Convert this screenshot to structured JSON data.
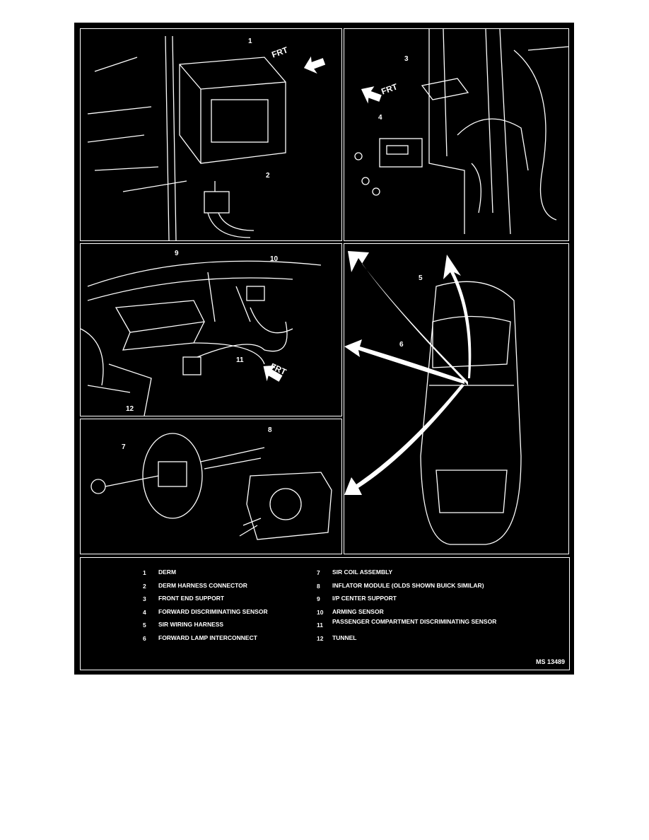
{
  "panels": {
    "derm": {
      "callouts": [
        "1",
        "2"
      ],
      "frt": "FRT"
    },
    "forward_sensor": {
      "callouts": [
        "3",
        "4"
      ],
      "frt": "FRT"
    },
    "ip_center": {
      "callouts": [
        "9",
        "10",
        "11",
        "12"
      ],
      "frt": "FRT"
    },
    "steering": {
      "callouts": [
        "7",
        "8"
      ]
    },
    "car": {
      "callouts": [
        "5",
        "6"
      ]
    }
  },
  "legend": {
    "items": [
      {
        "num": "1",
        "label": "DERM"
      },
      {
        "num": "2",
        "label": "DERM HARNESS CONNECTOR"
      },
      {
        "num": "3",
        "label": "FRONT END SUPPORT"
      },
      {
        "num": "4",
        "label": "FORWARD DISCRIMINATING SENSOR"
      },
      {
        "num": "5",
        "label": "SIR WIRING HARNESS"
      },
      {
        "num": "6",
        "label": "FORWARD LAMP INTERCONNECT"
      },
      {
        "num": "7",
        "label": "SIR COIL ASSEMBLY"
      },
      {
        "num": "8",
        "label": "INFLATOR MODULE (OLDS SHOWN BUICK SIMILAR)"
      },
      {
        "num": "9",
        "label": "I/P CENTER SUPPORT"
      },
      {
        "num": "10",
        "label": "ARMING SENSOR"
      },
      {
        "num": "11",
        "label": "PASSENGER COMPARTMENT DISCRIMINATING SENSOR"
      },
      {
        "num": "12",
        "label": "TUNNEL"
      }
    ],
    "figure_id": "MS 13489"
  }
}
